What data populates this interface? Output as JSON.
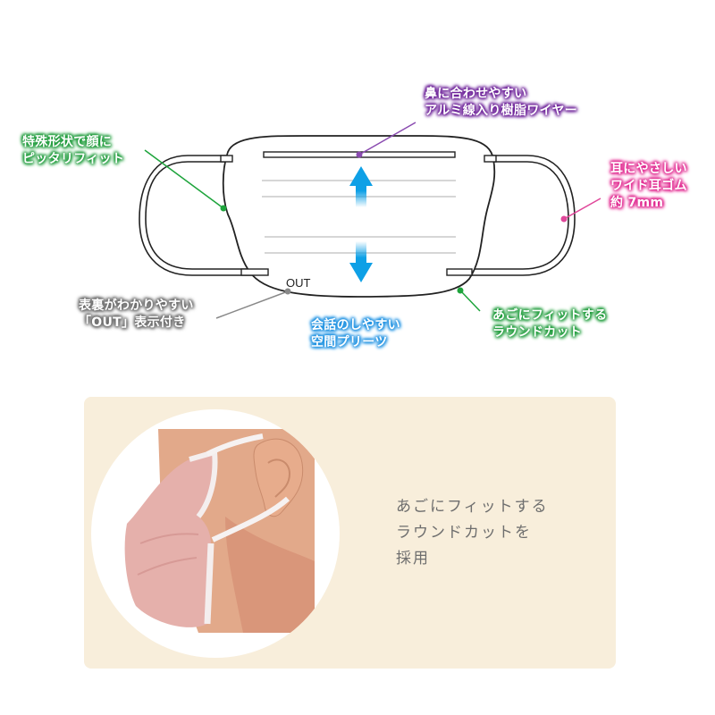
{
  "diagram": {
    "callouts": {
      "nose_wire": {
        "lines": [
          "鼻に合わせやすい",
          "アルミ線入り樹脂ワイヤー"
        ],
        "color": "#6a1f96"
      },
      "face_fit": {
        "lines": [
          "特殊形状で顔に",
          "ピッタリフィット"
        ],
        "color": "#1e9a3a"
      },
      "ear_strap": {
        "lines": [
          "耳にやさしい",
          "ワイド耳ゴム",
          "約 7mm"
        ],
        "color": "#e0288f"
      },
      "out_marker": {
        "lines": [
          "表裏がわかりやすい",
          "「OUT」表示付き"
        ],
        "color": "#6b6b6b"
      },
      "pleats": {
        "lines": [
          "会話のしやすい",
          "空間プリーツ"
        ],
        "color": "#1a8fe0"
      },
      "chin_cut": {
        "lines": [
          "あごにフィットする",
          "ラウンドカット"
        ],
        "color": "#1e9a3a"
      }
    },
    "out_mark": "OUT",
    "arrow_color": "#0ea0e6"
  },
  "feature_panel": {
    "background": "#f8eedb",
    "text_lines": [
      "あごにフィットする",
      "ラウンドカットを",
      "採用"
    ],
    "photo_description": "pink-mask-side-profile"
  }
}
